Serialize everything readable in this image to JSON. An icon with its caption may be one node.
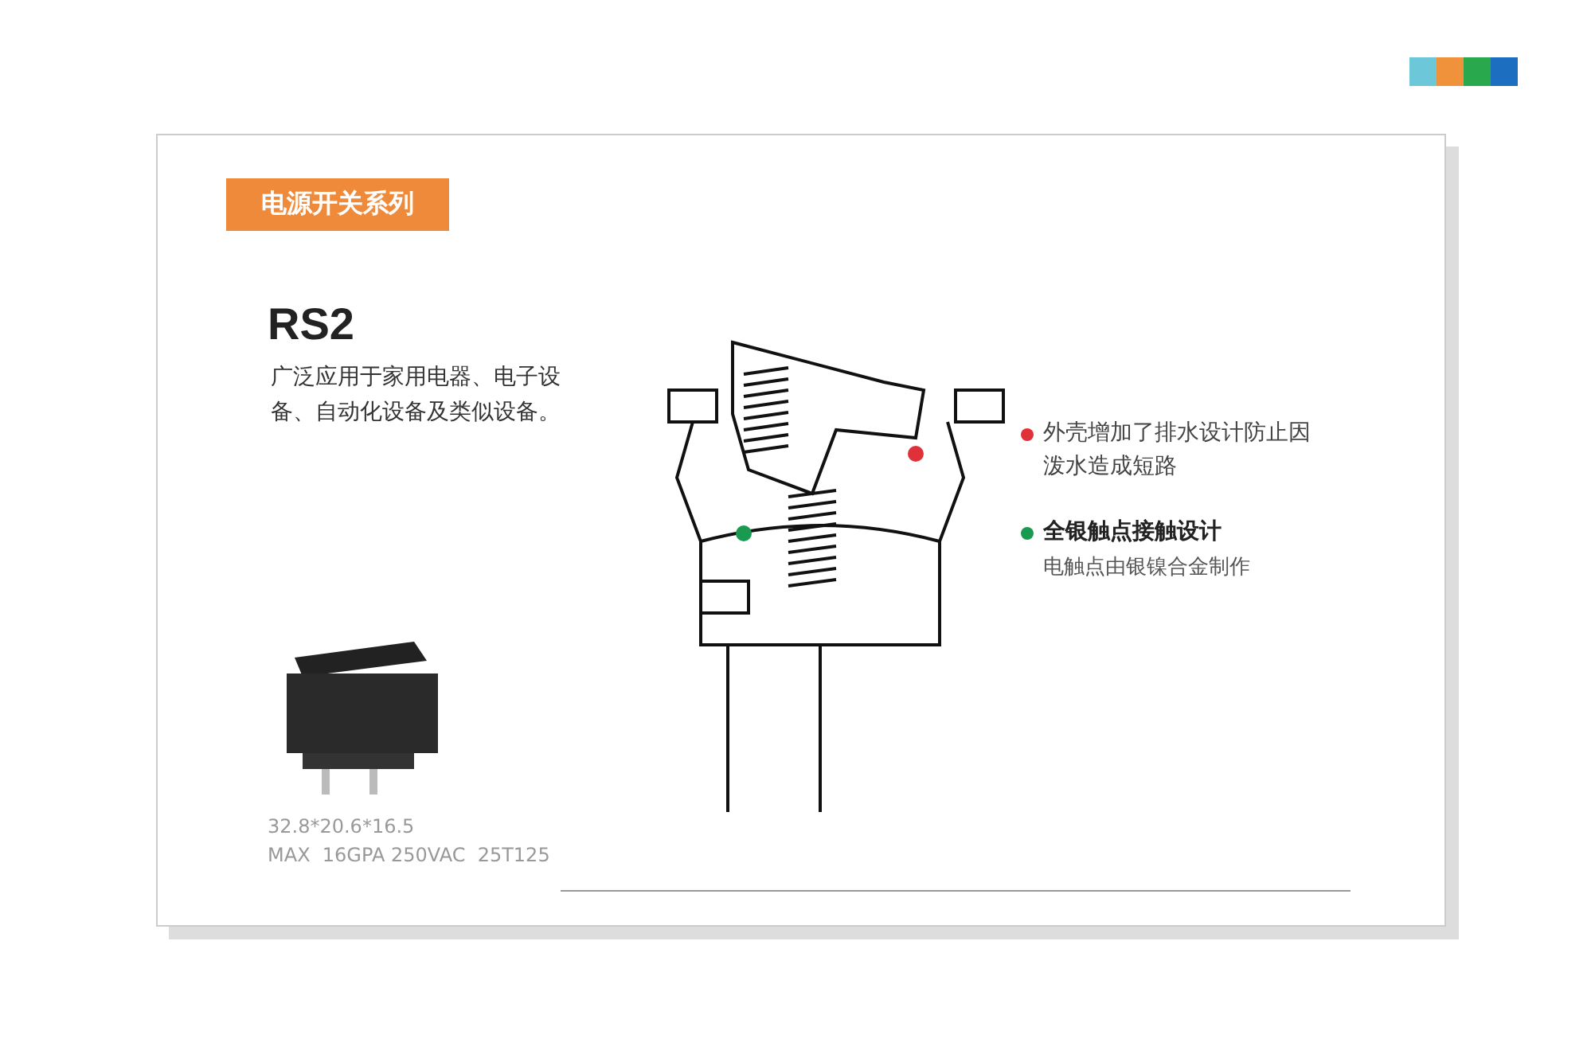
{
  "diagram": {
    "title": "电源开关系列",
    "labels": [
      "RS2",
      "广泛应用于家用电器、电子设备、自动化设备及类似设备。",
      "32.8*20.6*16.5",
      "MAX  16GPA 250VAC  25T125",
      "电触点由银镍合金制作"
    ],
    "legend": [
      {
        "text": "外壳增加了排水设计防止因泼水造成短路",
        "color": "#e03039"
      },
      {
        "text": "全银触点接触设计",
        "color": "#1a9a50"
      }
    ]
  }
}
